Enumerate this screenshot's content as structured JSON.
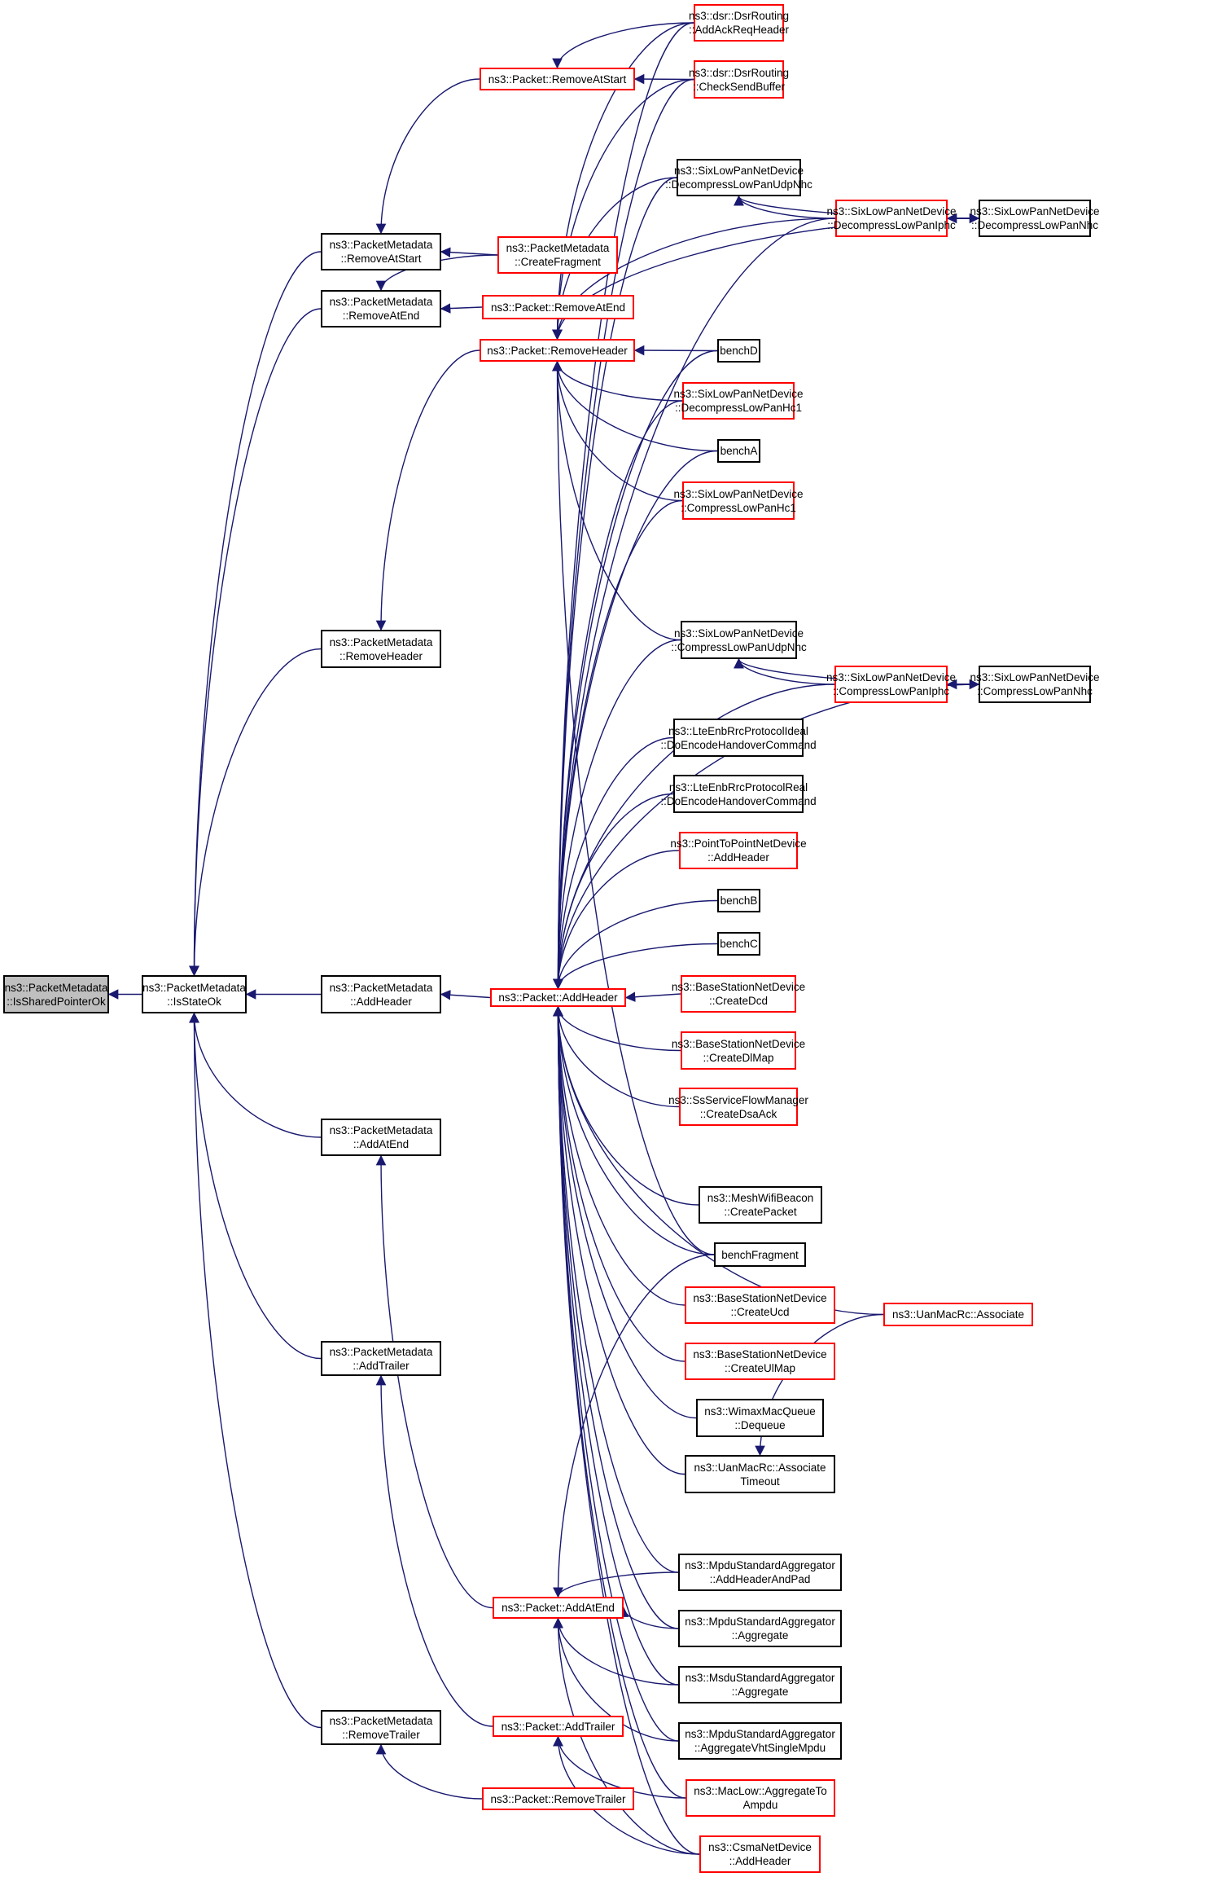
{
  "title": "ns3::PacketMetadata::IsSharedPointerOk caller graph",
  "colors": {
    "edge": "#191970",
    "node_border": "#000000",
    "truncated_border": "#ff0000",
    "root_fill": "#bfbfbf"
  },
  "nodes": [
    {
      "id": "root",
      "label": "ns3::PacketMetadata\n::IsSharedPointerOk",
      "style": "root"
    },
    {
      "id": "isStateOk",
      "label": "ns3::PacketMetadata\n::IsStateOk",
      "style": "normal"
    },
    {
      "id": "pmRemoveAtStart",
      "label": "ns3::PacketMetadata\n::RemoveAtStart",
      "style": "normal"
    },
    {
      "id": "pmRemoveAtEnd",
      "label": "ns3::PacketMetadata\n::RemoveAtEnd",
      "style": "normal"
    },
    {
      "id": "pmRemoveHeader",
      "label": "ns3::PacketMetadata\n::RemoveHeader",
      "style": "normal"
    },
    {
      "id": "pmAddHeader",
      "label": "ns3::PacketMetadata\n::AddHeader",
      "style": "normal"
    },
    {
      "id": "pmAddAtEnd",
      "label": "ns3::PacketMetadata\n::AddAtEnd",
      "style": "normal"
    },
    {
      "id": "pmAddTrailer",
      "label": "ns3::PacketMetadata\n::AddTrailer",
      "style": "normal"
    },
    {
      "id": "pmRemoveTrailer",
      "label": "ns3::PacketMetadata\n::RemoveTrailer",
      "style": "normal"
    },
    {
      "id": "pRemoveAtStart",
      "label": "ns3::Packet::RemoveAtStart",
      "style": "red"
    },
    {
      "id": "pmCreateFragment",
      "label": "ns3::PacketMetadata\n::CreateFragment",
      "style": "red"
    },
    {
      "id": "pRemoveAtEnd",
      "label": "ns3::Packet::RemoveAtEnd",
      "style": "red"
    },
    {
      "id": "pRemoveHeader",
      "label": "ns3::Packet::RemoveHeader",
      "style": "red"
    },
    {
      "id": "pAddHeader",
      "label": "ns3::Packet::AddHeader",
      "style": "red"
    },
    {
      "id": "pAddAtEnd",
      "label": "ns3::Packet::AddAtEnd",
      "style": "red"
    },
    {
      "id": "pAddTrailer",
      "label": "ns3::Packet::AddTrailer",
      "style": "red"
    },
    {
      "id": "pRemoveTrailer",
      "label": "ns3::Packet::RemoveTrailer",
      "style": "red"
    },
    {
      "id": "dsrAddAckReq",
      "label": "ns3::dsr::DsrRouting\n::AddAckReqHeader",
      "style": "red"
    },
    {
      "id": "dsrCheckSend",
      "label": "ns3::dsr::DsrRouting\n::CheckSendBuffer",
      "style": "red"
    },
    {
      "id": "decUdpNhc",
      "label": "ns3::SixLowPanNetDevice\n::DecompressLowPanUdpNhc",
      "style": "normal"
    },
    {
      "id": "decIphc",
      "label": "ns3::SixLowPanNetDevice\n::DecompressLowPanIphc",
      "style": "red"
    },
    {
      "id": "decNhc",
      "label": "ns3::SixLowPanNetDevice\n::DecompressLowPanNhc",
      "style": "normal"
    },
    {
      "id": "benchD",
      "label": "benchD",
      "style": "normal"
    },
    {
      "id": "decHc1",
      "label": "ns3::SixLowPanNetDevice\n::DecompressLowPanHc1",
      "style": "red"
    },
    {
      "id": "benchA",
      "label": "benchA",
      "style": "normal"
    },
    {
      "id": "compHc1",
      "label": "ns3::SixLowPanNetDevice\n::CompressLowPanHc1",
      "style": "red"
    },
    {
      "id": "compUdpNhc",
      "label": "ns3::SixLowPanNetDevice\n::CompressLowPanUdpNhc",
      "style": "normal"
    },
    {
      "id": "compIphc",
      "label": "ns3::SixLowPanNetDevice\n::CompressLowPanIphc",
      "style": "red"
    },
    {
      "id": "compNhc",
      "label": "ns3::SixLowPanNetDevice\n::CompressLowPanNhc",
      "style": "normal"
    },
    {
      "id": "lteIdeal",
      "label": "ns3::LteEnbRrcProtocolIdeal\n::DoEncodeHandoverCommand",
      "style": "normal"
    },
    {
      "id": "lteReal",
      "label": "ns3::LteEnbRrcProtocolReal\n::DoEncodeHandoverCommand",
      "style": "normal"
    },
    {
      "id": "p2pAddHeader",
      "label": "ns3::PointToPointNetDevice\n::AddHeader",
      "style": "red"
    },
    {
      "id": "benchB",
      "label": "benchB",
      "style": "normal"
    },
    {
      "id": "benchC",
      "label": "benchC",
      "style": "normal"
    },
    {
      "id": "bsCreateDcd",
      "label": "ns3::BaseStationNetDevice\n::CreateDcd",
      "style": "red"
    },
    {
      "id": "bsCreateDlMap",
      "label": "ns3::BaseStationNetDevice\n::CreateDlMap",
      "style": "red"
    },
    {
      "id": "ssCreateDsaAck",
      "label": "ns3::SsServiceFlowManager\n::CreateDsaAck",
      "style": "red"
    },
    {
      "id": "meshCreatePacket",
      "label": "ns3::MeshWifiBeacon\n::CreatePacket",
      "style": "normal"
    },
    {
      "id": "benchFragment",
      "label": "benchFragment",
      "style": "normal"
    },
    {
      "id": "bsCreateUcd",
      "label": "ns3::BaseStationNetDevice\n::CreateUcd",
      "style": "red"
    },
    {
      "id": "bsCreateUlMap",
      "label": "ns3::BaseStationNetDevice\n::CreateUlMap",
      "style": "red"
    },
    {
      "id": "wimaxDequeue",
      "label": "ns3::WimaxMacQueue\n::Dequeue",
      "style": "normal"
    },
    {
      "id": "uanAssociate",
      "label": "ns3::UanMacRc::Associate",
      "style": "red"
    },
    {
      "id": "uanAssocTimeout",
      "label": "ns3::UanMacRc::Associate\nTimeout",
      "style": "normal"
    },
    {
      "id": "mpduAddHeaderAndPad",
      "label": "ns3::MpduStandardAggregator\n::AddHeaderAndPad",
      "style": "normal"
    },
    {
      "id": "mpduAggregate",
      "label": "ns3::MpduStandardAggregator\n::Aggregate",
      "style": "normal"
    },
    {
      "id": "msduAggregate",
      "label": "ns3::MsduStandardAggregator\n::Aggregate",
      "style": "normal"
    },
    {
      "id": "mpduVht",
      "label": "ns3::MpduStandardAggregator\n::AggregateVhtSingleMpdu",
      "style": "normal"
    },
    {
      "id": "macLowAmpdu",
      "label": "ns3::MacLow::AggregateTo\nAmpdu",
      "style": "red"
    },
    {
      "id": "csmaAddHeader",
      "label": "ns3::CsmaNetDevice\n::AddHeader",
      "style": "red"
    }
  ],
  "edges": [
    [
      "isStateOk",
      "root"
    ],
    [
      "pmRemoveAtStart",
      "isStateOk"
    ],
    [
      "pmRemoveAtEnd",
      "isStateOk"
    ],
    [
      "pmRemoveHeader",
      "isStateOk"
    ],
    [
      "pmAddHeader",
      "isStateOk"
    ],
    [
      "pmAddAtEnd",
      "isStateOk"
    ],
    [
      "pmAddTrailer",
      "isStateOk"
    ],
    [
      "pmRemoveTrailer",
      "isStateOk"
    ],
    [
      "pRemoveAtStart",
      "pmRemoveAtStart"
    ],
    [
      "pmCreateFragment",
      "pmRemoveAtStart"
    ],
    [
      "pmCreateFragment",
      "pmRemoveAtEnd"
    ],
    [
      "pRemoveAtEnd",
      "pmRemoveAtEnd"
    ],
    [
      "pRemoveHeader",
      "pmRemoveHeader"
    ],
    [
      "pAddHeader",
      "pmAddHeader"
    ],
    [
      "pAddAtEnd",
      "pmAddAtEnd"
    ],
    [
      "pAddTrailer",
      "pmAddTrailer"
    ],
    [
      "pRemoveTrailer",
      "pmRemoveTrailer"
    ],
    [
      "dsrAddAckReq",
      "pRemoveAtStart"
    ],
    [
      "dsrCheckSend",
      "pRemoveAtStart"
    ],
    [
      "dsrAddAckReq",
      "pRemoveHeader"
    ],
    [
      "dsrCheckSend",
      "pRemoveHeader"
    ],
    [
      "decUdpNhc",
      "pRemoveHeader"
    ],
    [
      "decIphc",
      "pRemoveHeader"
    ],
    [
      "decNhc",
      "pRemoveHeader"
    ],
    [
      "benchD",
      "pRemoveHeader"
    ],
    [
      "decHc1",
      "pRemoveHeader"
    ],
    [
      "benchA",
      "pRemoveHeader"
    ],
    [
      "compHc1",
      "pRemoveHeader"
    ],
    [
      "compUdpNhc",
      "pRemoveHeader"
    ],
    [
      "benchFragment",
      "pRemoveHeader"
    ],
    [
      "decIphc",
      "decUdpNhc"
    ],
    [
      "decNhc",
      "decUdpNhc"
    ],
    [
      "decIphc",
      "decNhc"
    ],
    [
      "decNhc",
      "decIphc"
    ],
    [
      "compIphc",
      "compUdpNhc"
    ],
    [
      "compNhc",
      "compUdpNhc"
    ],
    [
      "compIphc",
      "compNhc"
    ],
    [
      "compNhc",
      "compIphc"
    ],
    [
      "dsrAddAckReq",
      "pAddHeader"
    ],
    [
      "dsrCheckSend",
      "pAddHeader"
    ],
    [
      "decUdpNhc",
      "pAddHeader"
    ],
    [
      "decIphc",
      "pAddHeader"
    ],
    [
      "benchD",
      "pAddHeader"
    ],
    [
      "decHc1",
      "pAddHeader"
    ],
    [
      "benchA",
      "pAddHeader"
    ],
    [
      "compHc1",
      "pAddHeader"
    ],
    [
      "compUdpNhc",
      "pAddHeader"
    ],
    [
      "compIphc",
      "pAddHeader"
    ],
    [
      "compNhc",
      "pAddHeader"
    ],
    [
      "lteIdeal",
      "pAddHeader"
    ],
    [
      "lteReal",
      "pAddHeader"
    ],
    [
      "p2pAddHeader",
      "pAddHeader"
    ],
    [
      "benchB",
      "pAddHeader"
    ],
    [
      "benchC",
      "pAddHeader"
    ],
    [
      "bsCreateDcd",
      "pAddHeader"
    ],
    [
      "bsCreateDlMap",
      "pAddHeader"
    ],
    [
      "ssCreateDsaAck",
      "pAddHeader"
    ],
    [
      "meshCreatePacket",
      "pAddHeader"
    ],
    [
      "benchFragment",
      "pAddHeader"
    ],
    [
      "bsCreateUcd",
      "pAddHeader"
    ],
    [
      "bsCreateUlMap",
      "pAddHeader"
    ],
    [
      "wimaxDequeue",
      "pAddHeader"
    ],
    [
      "uanAssocTimeout",
      "pAddHeader"
    ],
    [
      "uanAssociate",
      "pAddHeader"
    ],
    [
      "mpduAddHeaderAndPad",
      "pAddHeader"
    ],
    [
      "mpduAggregate",
      "pAddHeader"
    ],
    [
      "msduAggregate",
      "pAddHeader"
    ],
    [
      "mpduVht",
      "pAddHeader"
    ],
    [
      "macLowAmpdu",
      "pAddHeader"
    ],
    [
      "csmaAddHeader",
      "pAddHeader"
    ],
    [
      "uanAssociate",
      "uanAssocTimeout"
    ],
    [
      "benchFragment",
      "pAddAtEnd"
    ],
    [
      "mpduAddHeaderAndPad",
      "pAddAtEnd"
    ],
    [
      "mpduAggregate",
      "pAddAtEnd"
    ],
    [
      "msduAggregate",
      "pAddAtEnd"
    ],
    [
      "mpduVht",
      "pAddAtEnd"
    ],
    [
      "csmaAddHeader",
      "pAddAtEnd"
    ],
    [
      "macLowAmpdu",
      "pAddTrailer"
    ],
    [
      "csmaAddHeader",
      "pAddTrailer"
    ]
  ]
}
